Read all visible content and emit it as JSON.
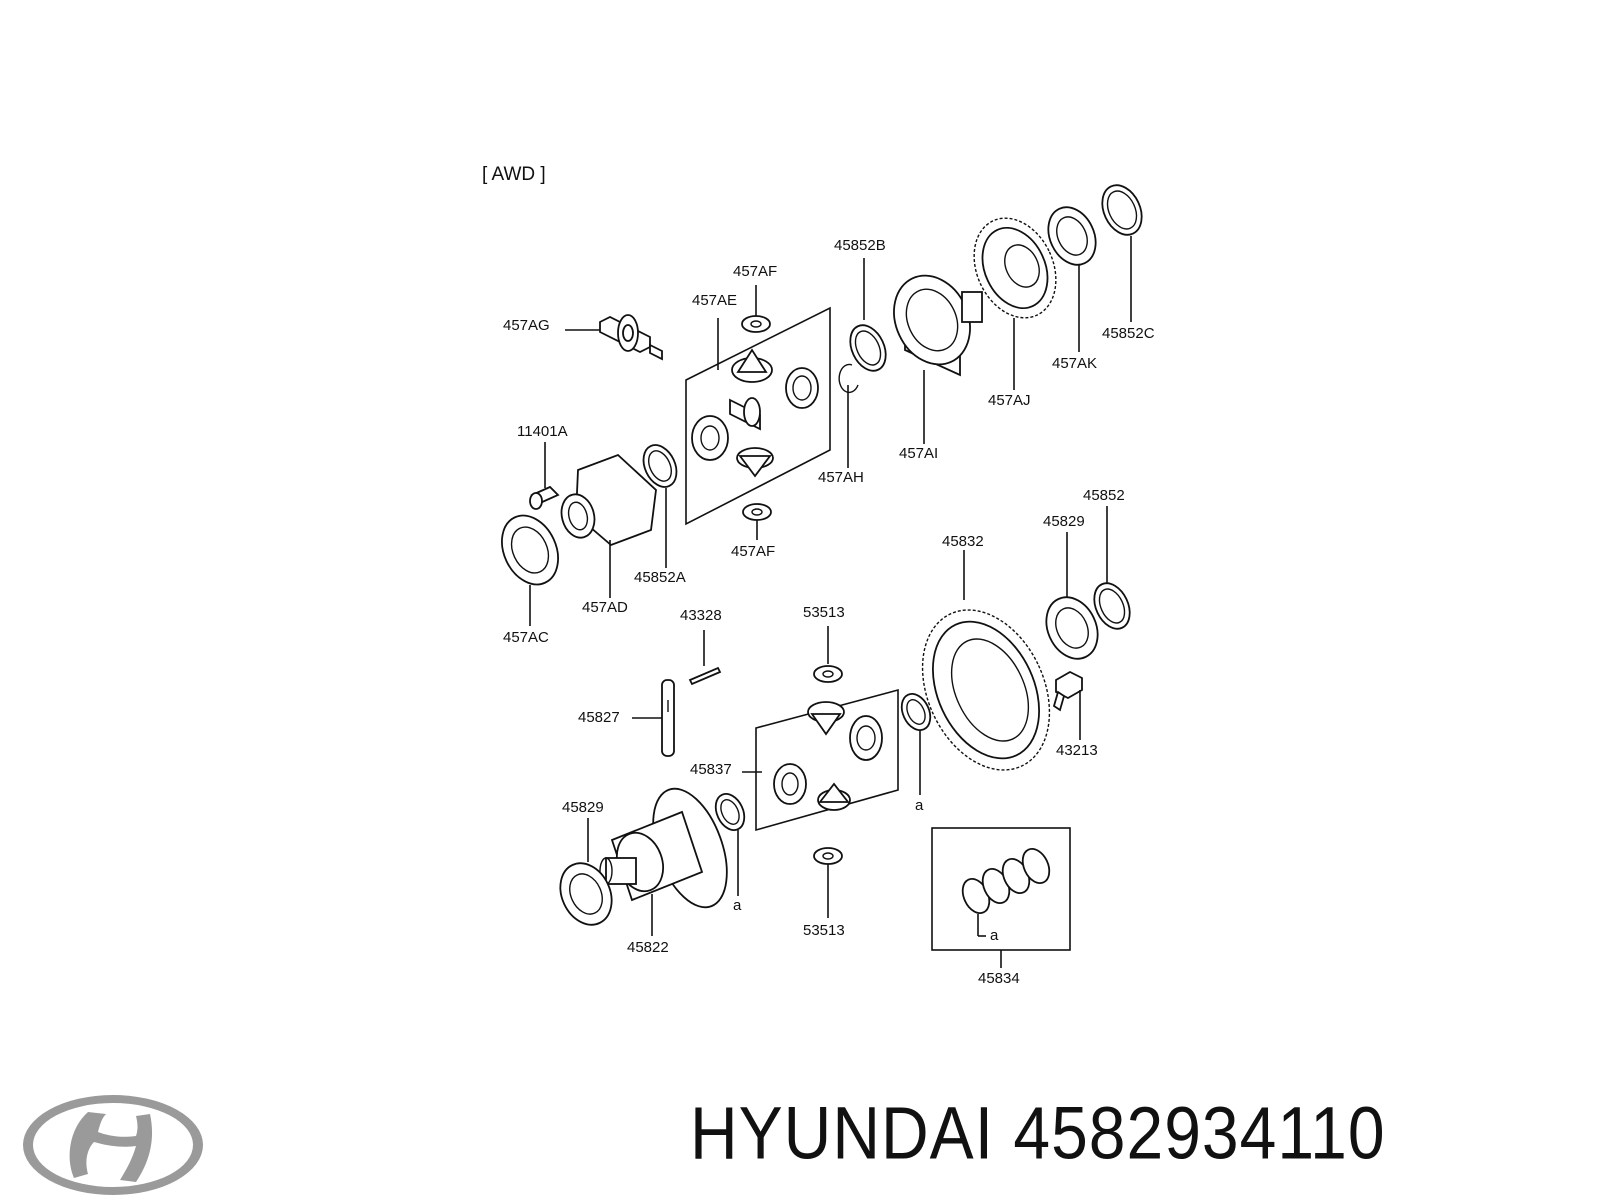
{
  "header": {
    "title": "[ AWD ]"
  },
  "parts": {
    "p457AG": "457AG",
    "p457AF_top": "457AF",
    "p457AE": "457AE",
    "p45852B": "45852B",
    "p45852C": "45852C",
    "p457AK": "457AK",
    "p457AJ": "457AJ",
    "p457AI": "457AI",
    "p457AH": "457AH",
    "p11401A": "11401A",
    "p45852A": "45852A",
    "p457AF_bottom": "457AF",
    "p457AD": "457AD",
    "p457AC": "457AC",
    "p45852": "45852",
    "p45829_top": "45829",
    "p45832": "45832",
    "p43328": "43328",
    "p53513_top": "53513",
    "p45827": "45827",
    "p43213": "43213",
    "p45837": "45837",
    "p45829_bottom": "45829",
    "p45822": "45822",
    "p53513_bottom": "53513",
    "p45834": "45834",
    "a1": "a",
    "a2": "a",
    "a3": "a"
  },
  "footer": {
    "brand": "HYUNDAI",
    "part_number": "4582934110"
  },
  "icons": {
    "logo": "hyundai-logo-icon"
  },
  "colors": {
    "ink": "#111111",
    "logo_silver": "#9a9a9a",
    "background": "#ffffff"
  }
}
